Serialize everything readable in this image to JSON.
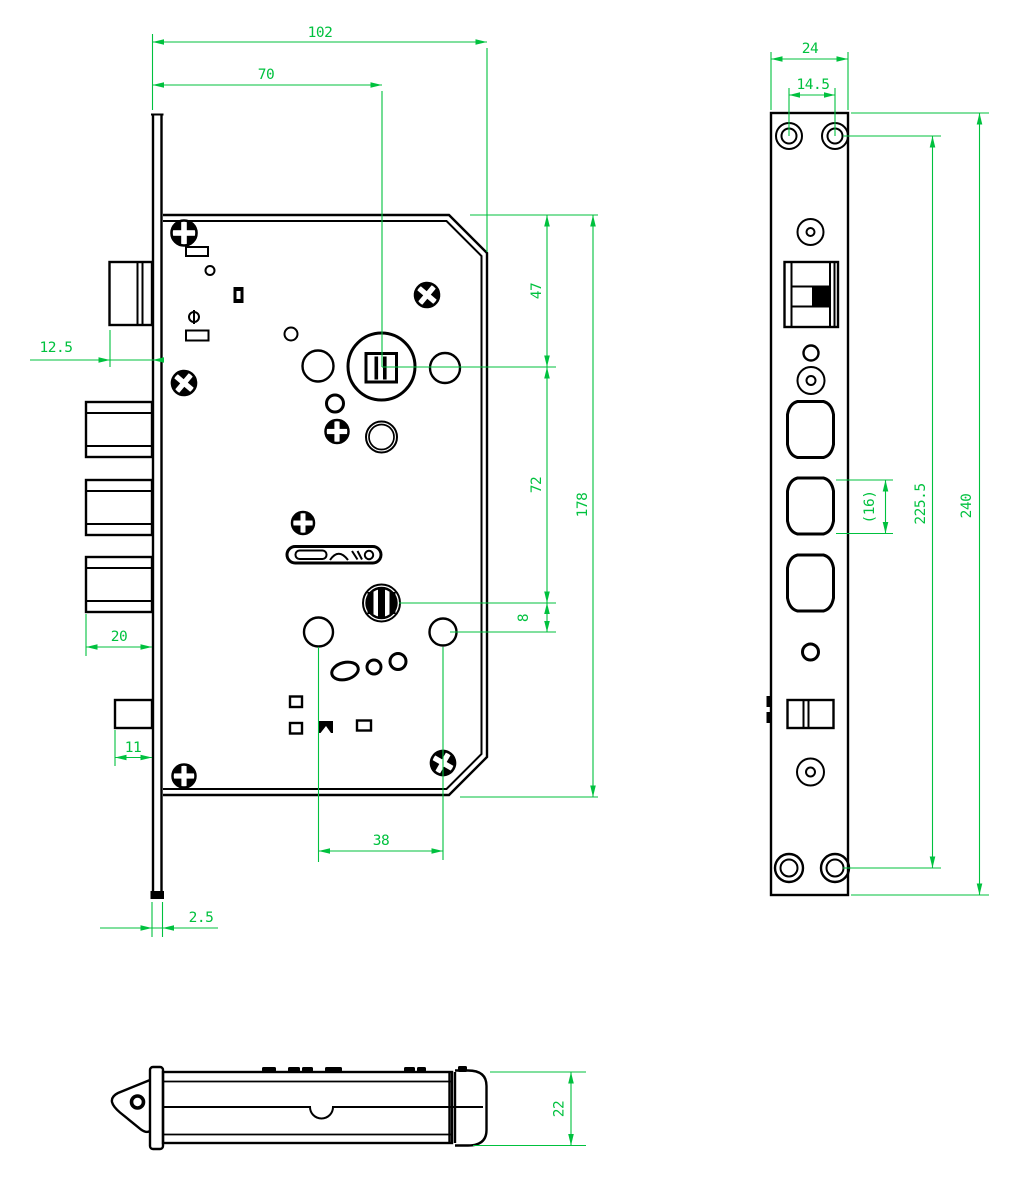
{
  "drawing": {
    "kind": "technical-drawing",
    "subject": "mortise-lock-body-and-faceplate",
    "units": "mm",
    "colors": {
      "lines": "#000000",
      "dimensions": "#00c13e",
      "background": "#ffffff"
    },
    "dimensions": {
      "body_width": "102",
      "backset": "70",
      "top_to_cylinder": "47",
      "cylinder_to_hub": "72",
      "hub_to_handle_holes": "8",
      "body_height": "178",
      "latch_protrusion": "12.5",
      "deadbolt_throw": "20",
      "aux_bolt_protrusion": "11",
      "faceplate_thickness": "2.5",
      "handle_hole_spacing": "38",
      "faceplate_width": "24",
      "screw_hole_spacing": "14.5",
      "bolt_cutout_height": "(16)",
      "screw_center_distance": "225.5",
      "faceplate_length": "240",
      "body_thickness": "22"
    }
  }
}
